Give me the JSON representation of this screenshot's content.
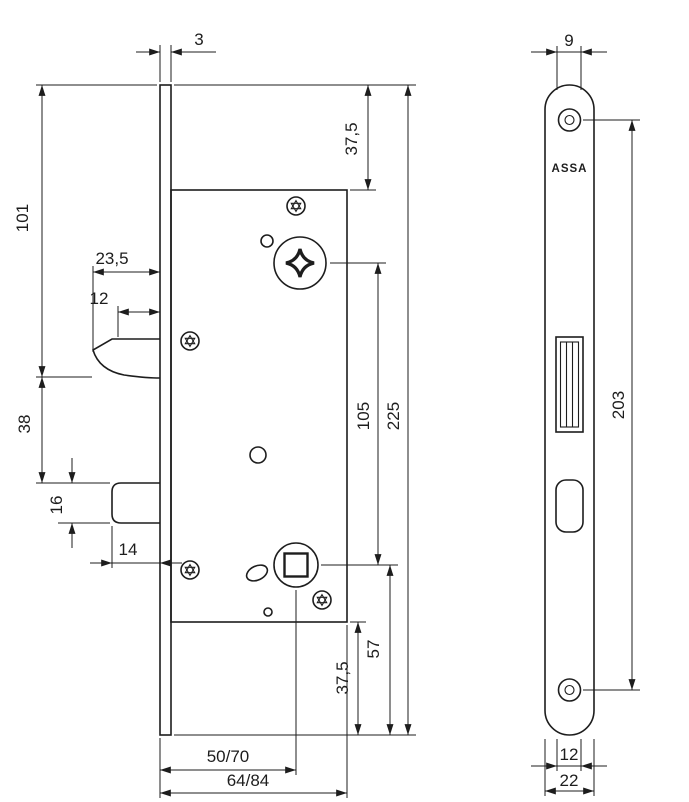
{
  "page": {
    "background": "#ffffff",
    "line_color": "#1d1d1d"
  },
  "diagram": {
    "brand": "ASSA",
    "side_view": {
      "dims": {
        "faceplate_thickness": "3",
        "top_to_latch": "101",
        "latch_protrusion": "23,5",
        "latch_bevel": "12",
        "latch_to_bolt": "38",
        "bolt_height": "16",
        "bolt_throw": "14",
        "top_to_case": "37,5",
        "hub_to_cylinder": "105",
        "overall_length": "225",
        "case_to_bottom": "37,5",
        "cylinder_to_bottom": "57",
        "backset": "50/70",
        "case_depth": "64/84"
      }
    },
    "front_view": {
      "dims": {
        "latch_width": "9",
        "screw_spacing": "203",
        "inner_width": "12",
        "faceplate_width": "22"
      }
    }
  }
}
